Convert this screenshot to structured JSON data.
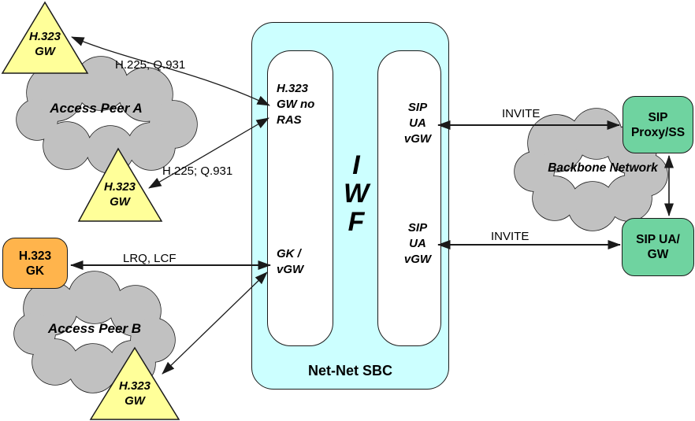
{
  "clouds": {
    "a": "Access Peer A",
    "b": "Access Peer B",
    "backbone": "Backbone Network"
  },
  "nodes": {
    "gw_top": "H.323\nGW",
    "gw_mid": "H.323\nGW",
    "gw_bottom": "H.323\nGW",
    "h323_gk": "H.323\nGK",
    "sip_proxy": "SIP\nProxy/SS",
    "sip_ua_gw": "SIP UA/\nGW"
  },
  "sbc": {
    "name": "Net-Net SBC",
    "iwf": "I\nW\nF",
    "left_top": "H.323\nGW no\nRAS",
    "left_bottom": "GK /\nvGW",
    "right_top": "SIP\nUA\nvGW",
    "right_bottom": "SIP\nUA\nvGW"
  },
  "links": {
    "h225_top": "H.225; Q.931",
    "h225_mid": "H.225; Q.931",
    "lrq_lcf": "LRQ, LCF",
    "invite_top": "INVITE",
    "invite_bottom": "INVITE"
  },
  "colors": {
    "sbc_fill": "#CCFFFF",
    "gateway_fill": "#FFFF99",
    "gatekeeper_fill": "#FFB44C",
    "sip_fill": "#6FD3A0",
    "cloud_fill": "#C1C1C1",
    "outline": "#1A1A1A"
  }
}
